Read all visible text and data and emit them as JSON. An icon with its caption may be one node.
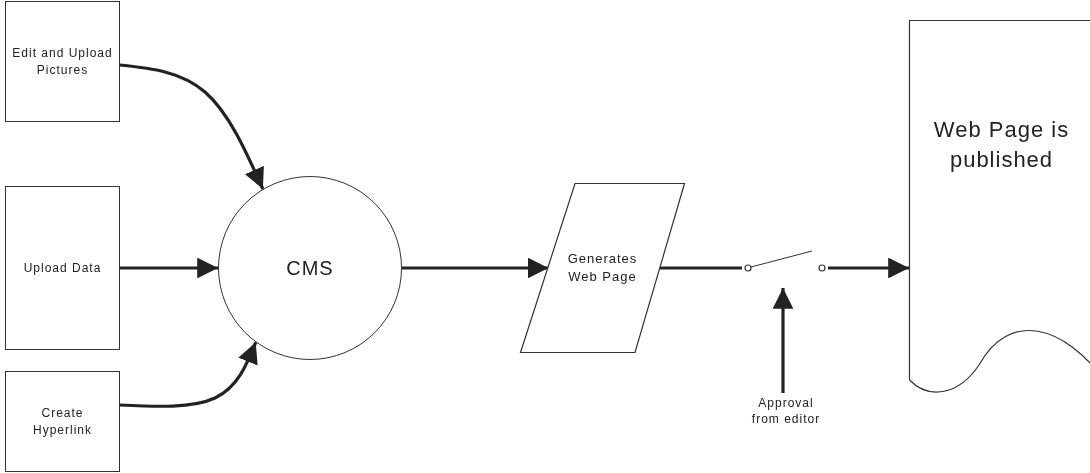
{
  "diagram": {
    "nodes": [
      {
        "text": [
          "Edit and Upload Pictures"
        ]
      },
      {
        "text": [
          "Upload Data"
        ]
      },
      {
        "text": [
          "Create Hyperlink"
        ]
      },
      {
        "text": [
          "CMS"
        ]
      },
      {
        "text": [
          "Generates Web Page"
        ]
      },
      {
        "text": [],
        "shape": "switch"
      },
      {
        "text": [
          "Web Page is published"
        ]
      },
      {
        "text": [
          "Approval from editor"
        ]
      }
    ],
    "edges": [
      {
        "from": 0,
        "to": 3,
        "arrow": "to"
      },
      {
        "from": 1,
        "to": 3,
        "arrow": "to"
      },
      {
        "from": 2,
        "to": 3,
        "arrow": "to"
      },
      {
        "from": 3,
        "to": 4,
        "arrow": "to"
      },
      {
        "from": 4,
        "to": 5,
        "arrow": "none"
      },
      {
        "from": 5,
        "to": 6,
        "arrow": "to"
      },
      {
        "from": 7,
        "to": 5,
        "arrow": "to"
      }
    ]
  }
}
